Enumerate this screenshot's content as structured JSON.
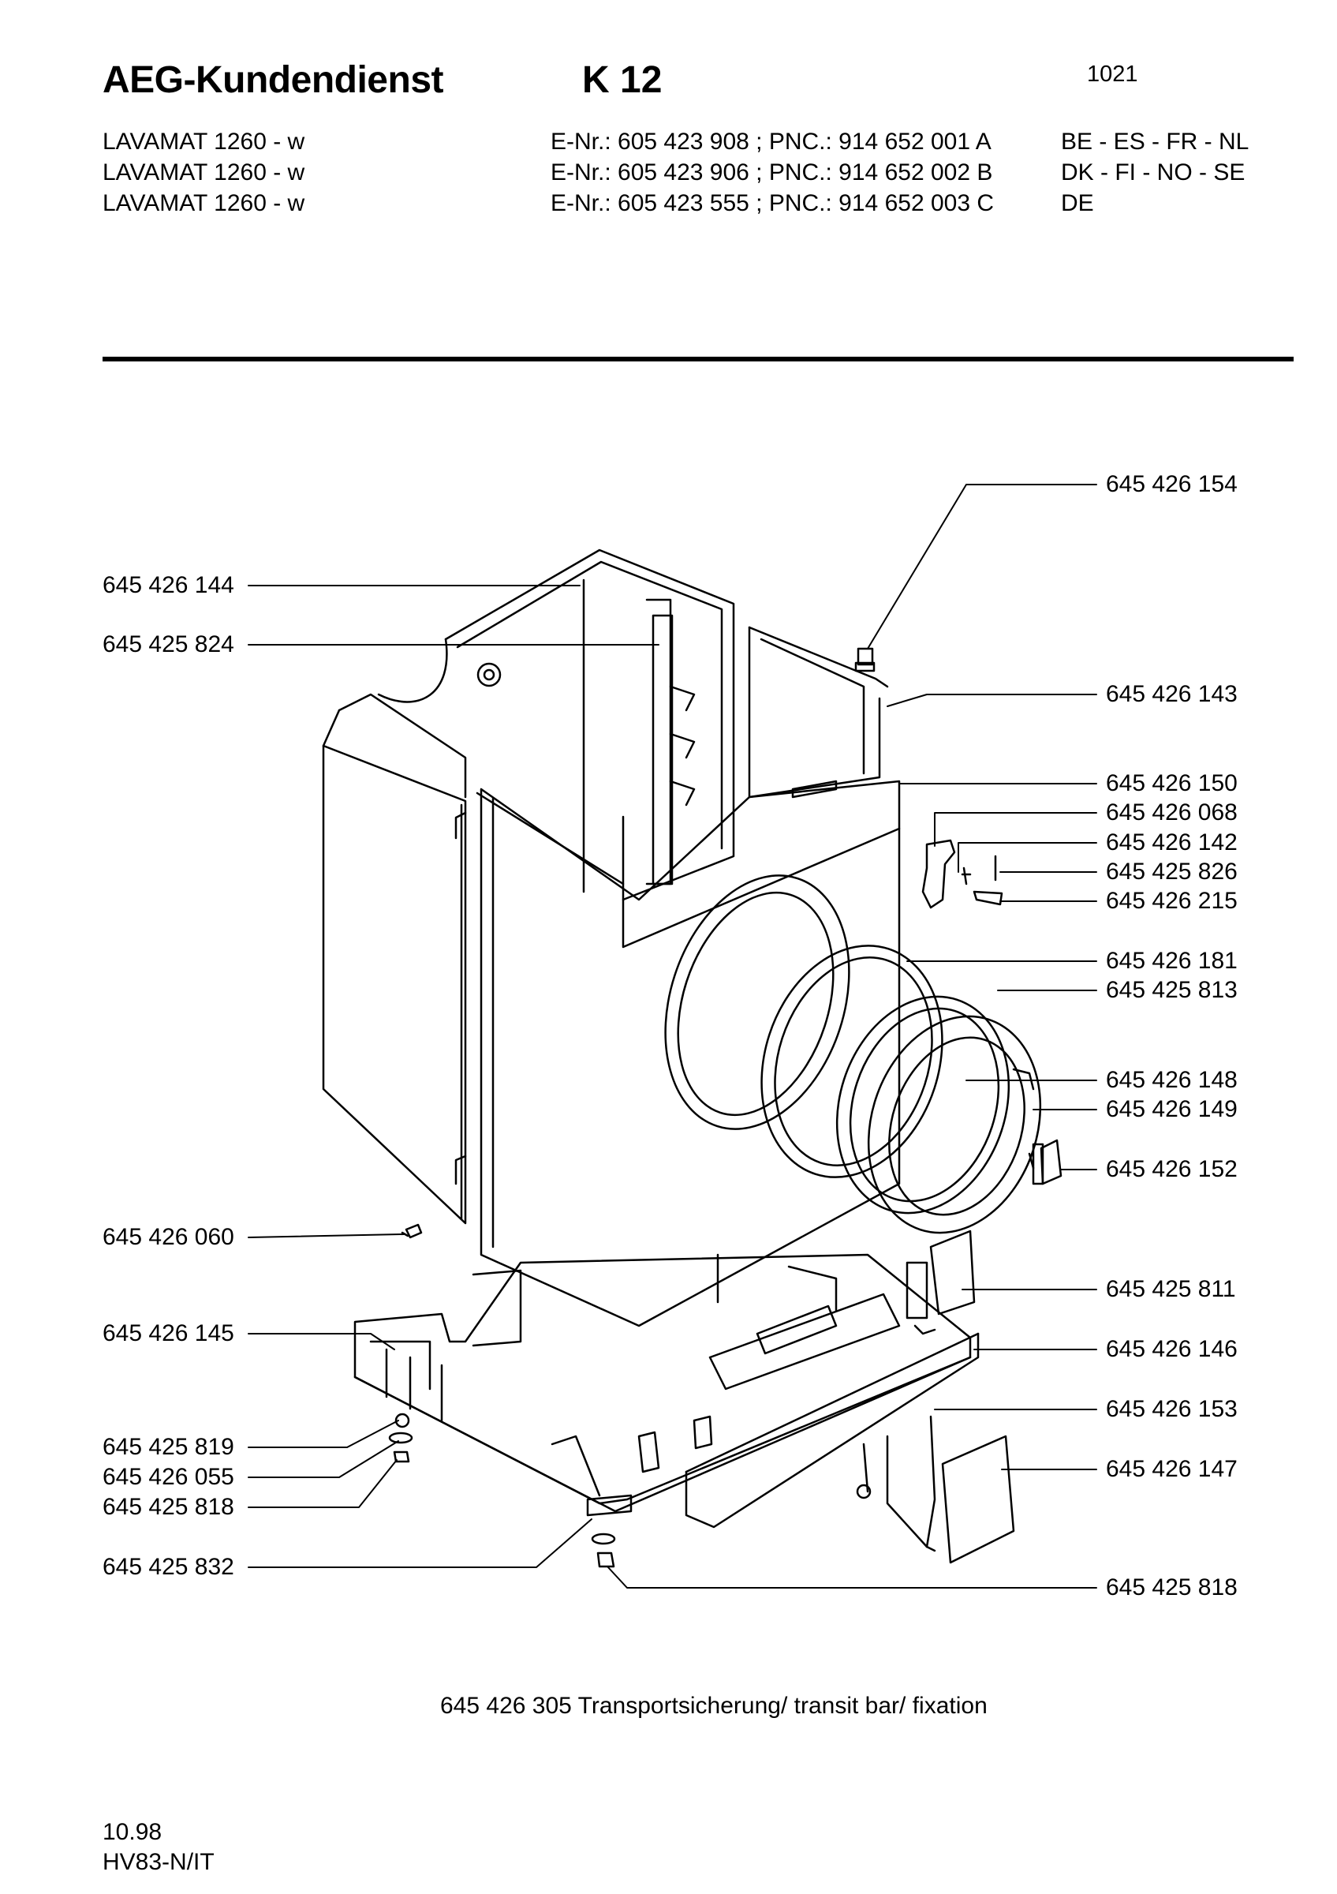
{
  "header": {
    "brand": "AEG-Kundendienst",
    "code": "K 12",
    "sheet": "1021",
    "models": [
      {
        "name": "LAVAMAT 1260 - w",
        "enr": "E-Nr.: 605 423 908 ; PNC.: 914 652 001 A",
        "countries": "BE - ES - FR - NL"
      },
      {
        "name": "LAVAMAT 1260 - w",
        "enr": "E-Nr.: 605 423 906 ; PNC.: 914 652 002 B",
        "countries": "DK - FI - NO - SE"
      },
      {
        "name": "LAVAMAT 1260 - w",
        "enr": "E-Nr.: 605 423 555 ; PNC.: 914 652 003 C",
        "countries": "DE"
      }
    ]
  },
  "parts_left": [
    "645 426 144",
    "645 425 824",
    "645 426 060",
    "645 426 145",
    "645 425 819",
    "645 426 055",
    "645 425 818",
    "645 425 832"
  ],
  "parts_right": [
    "645 426 154",
    "645 426 143",
    "645 426 150",
    "645 426 068",
    "645 426 142",
    "645 425 826",
    "645 426 215",
    "645 426 181",
    "645 425 813",
    "645 426 148",
    "645 426 149",
    "645 426 152",
    "645 425 811",
    "645 426 146",
    "645 426 153",
    "645 426 147",
    "645 425 818"
  ],
  "note": "645 426 305 Transportsicherung/ transit bar/ fixation",
  "footer": {
    "date": "10.98",
    "ref": "HV83-N/IT"
  }
}
